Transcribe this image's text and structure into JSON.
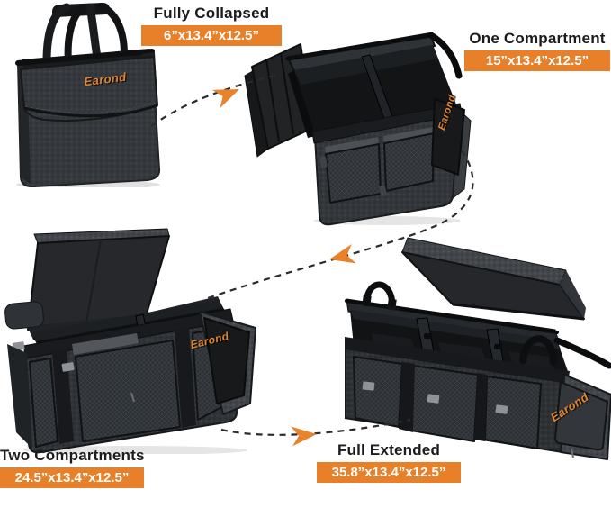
{
  "brand": "Earond",
  "colors": {
    "accent_orange": "#E8802A",
    "arrow_line": "#2B2B2B",
    "title_text": "#1C1C1C",
    "badge_text": "#FFFFFF",
    "background": "#FFFFFF"
  },
  "configs": [
    {
      "id": "fully-collapsed",
      "title": "Fully Collapsed",
      "dimensions": "6”x13.4”x12.5”"
    },
    {
      "id": "one-compartment",
      "title": "One Compartment",
      "dimensions": "15”x13.4”x12.5”"
    },
    {
      "id": "two-compartments",
      "title": "Two Compartments",
      "dimensions": "24.5”x13.4”x12.5”"
    },
    {
      "id": "full-extended",
      "title": "Full Extended",
      "dimensions": "35.8”x13.4”x12.5”"
    }
  ],
  "arrows": [
    {
      "name": "collapsed-to-one-compartment"
    },
    {
      "name": "one-compartment-to-two-compartments"
    },
    {
      "name": "two-compartments-to-full-extended"
    }
  ]
}
